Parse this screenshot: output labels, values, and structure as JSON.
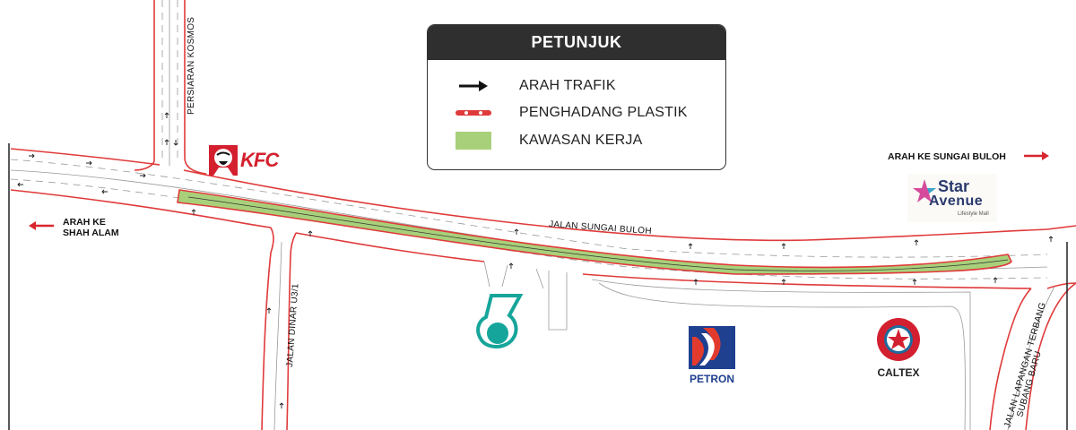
{
  "legend": {
    "title": "PETUNJUK",
    "items": [
      {
        "symbol": "arrow-icon",
        "label": "ARAH TRAFIK"
      },
      {
        "symbol": "plastic-barrier-icon",
        "label": "PENGHADANG PLASTIK"
      },
      {
        "symbol": "work-zone-swatch",
        "label": "KAWASAN KERJA"
      }
    ]
  },
  "roads": {
    "main": "JALAN SUNGAI BULOH",
    "north": "PERSIARAN KOSMOS",
    "south_west": "JALAN DINAR U3/1",
    "south_east_line1": "JALAN LAPANGAN TERBANG",
    "south_east_line2": "SUBANG BARU"
  },
  "directions": {
    "east": "ARAH KE SUNGAI BULOH",
    "west_line1": "ARAH KE",
    "west_line2": "SHAH ALAM"
  },
  "landmarks": {
    "kfc": "KFC",
    "star_line1": "Star",
    "star_line2": "Avenue",
    "star_tagline": "Lifestyle Mall",
    "petron": "PETRON",
    "caltex": "CALTEX"
  },
  "colors": {
    "barrier": "#e03a3a",
    "work_zone": "#a8d07a",
    "legend_header": "#2f2f2f",
    "petronas": "#16a59a",
    "petron_blue": "#1f3f8f",
    "petron_red": "#e23b2e",
    "kfc_red": "#d4202e"
  }
}
